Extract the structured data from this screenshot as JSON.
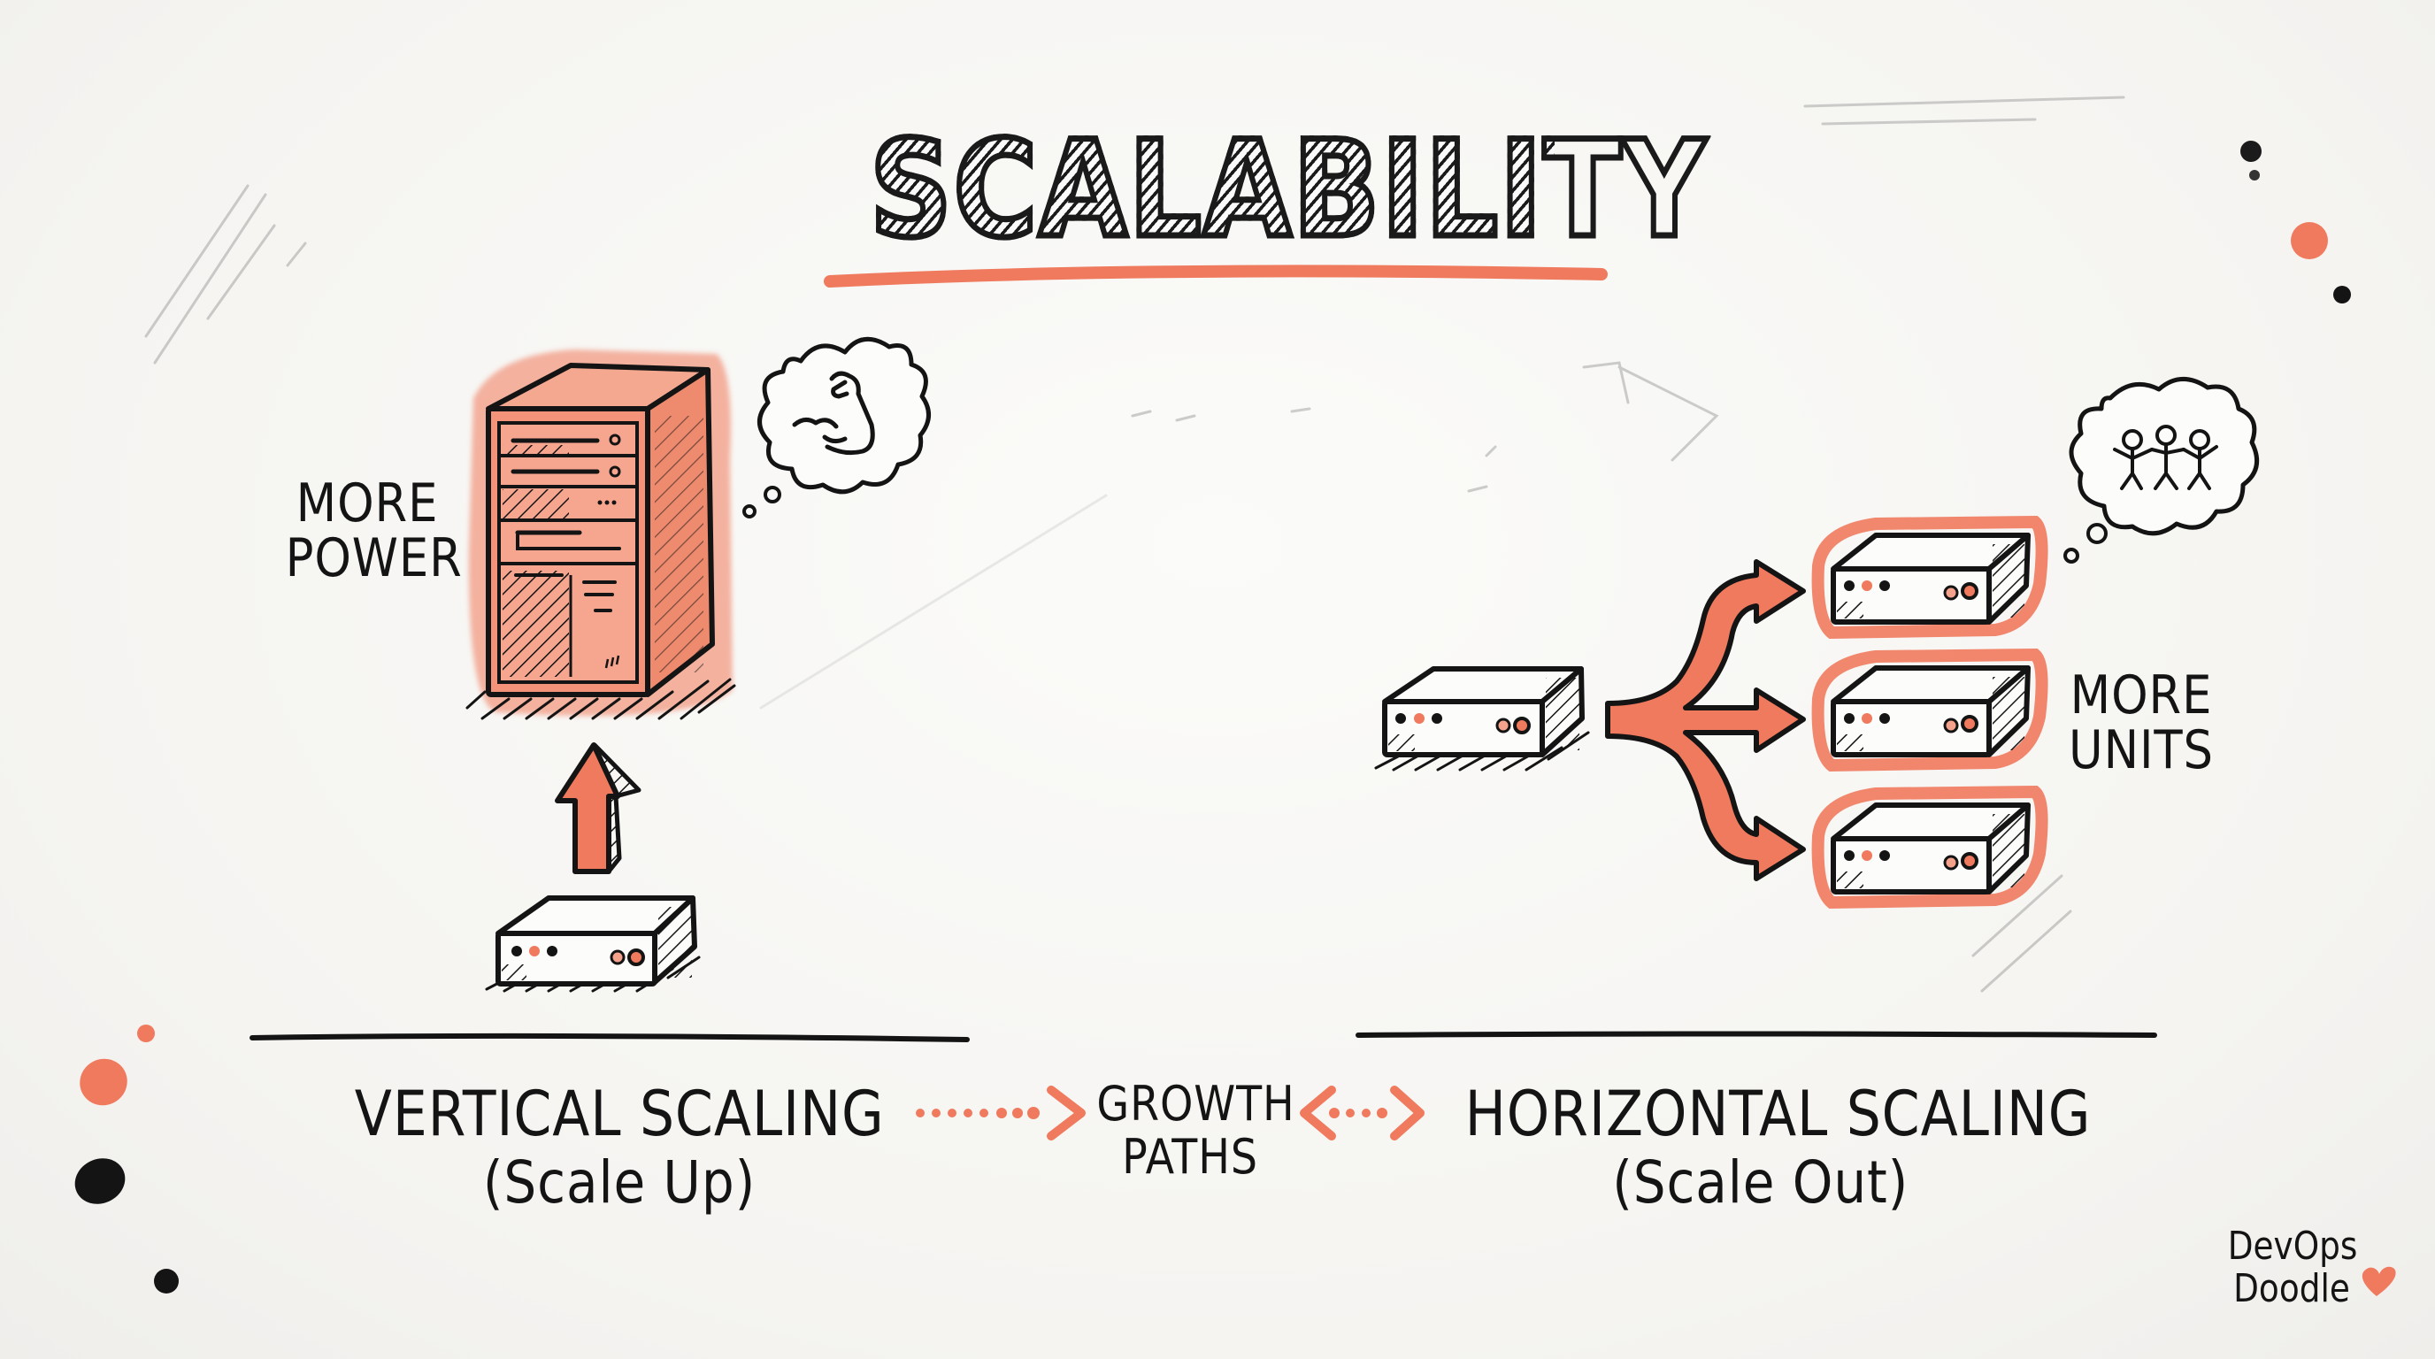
{
  "title": "SCALABILITY",
  "colors": {
    "accent": "#F07A5E",
    "accent_light": "#F4A28C",
    "ink": "#141414",
    "paper": "#F7F6F3"
  },
  "vertical": {
    "callout_line1": "MORE",
    "callout_line2": "POWER",
    "thought_icon": "flexed-bicep-icon",
    "heading": "VERTICAL SCALING",
    "subheading": "(Scale Up)",
    "from_icon": "small-server-icon",
    "to_icon": "tower-server-icon",
    "arrow_icon": "up-arrow-icon"
  },
  "center": {
    "line1": "GROWTH",
    "line2": "PATHS",
    "left_arrow": "dotted-right-arrow-icon",
    "right_arrow": "dotted-double-arrow-icon"
  },
  "horizontal": {
    "callout_line1": "MORE",
    "callout_line2": "UNITS",
    "thought_icon": "three-people-icon",
    "heading": "HORIZONTAL SCALING",
    "subheading": "(Scale Out)",
    "source_icon": "server-icon",
    "split_arrow_icon": "three-way-split-arrow-icon",
    "unit_count": 3
  },
  "brand": {
    "line1": "DevOps",
    "line2": "Doodle",
    "icon": "heart-icon"
  }
}
